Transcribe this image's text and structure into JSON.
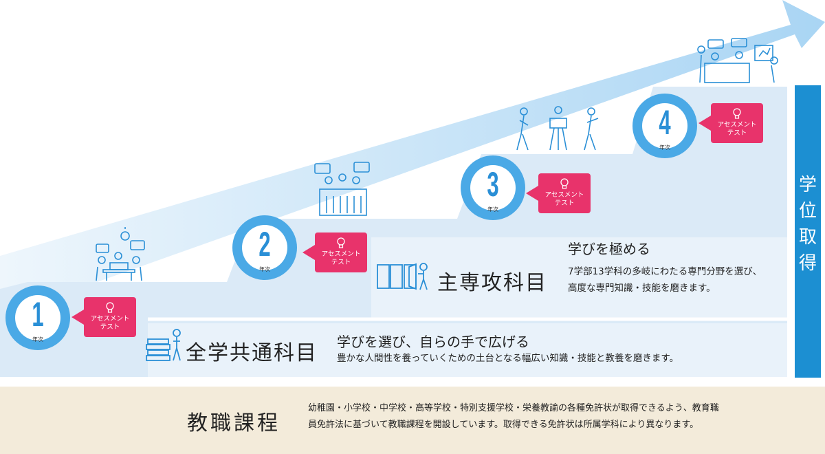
{
  "steps": [
    {
      "number": "1",
      "label": "年次",
      "badge_line1": "アセスメント",
      "badge_line2": "テスト"
    },
    {
      "number": "2",
      "label": "年次",
      "badge_line1": "アセスメント",
      "badge_line2": "テスト"
    },
    {
      "number": "3",
      "label": "年次",
      "badge_line1": "アセスメント",
      "badge_line2": "テスト"
    },
    {
      "number": "4",
      "label": "年次",
      "badge_line1": "アセスメント",
      "badge_line2": "テスト"
    }
  ],
  "general_course": {
    "title": "全学共通科目",
    "heading": "学びを選び、自らの手で広げる",
    "description": "豊かな人間性を養っていくための土台となる幅広い知識・技能と教養を磨きます。"
  },
  "major_course": {
    "title": "主専攻科目",
    "heading": "学びを極める",
    "description_line1": "7学部13学科の多岐にわたる専門分野を選び、",
    "description_line2": "高度な専門知識・技能を磨きます。"
  },
  "degree": {
    "chars": [
      "学",
      "位",
      "取",
      "得"
    ]
  },
  "teaching_course": {
    "title": "教職課程",
    "description_line1": "幼稚園・小学校・中学校・高等学校・特別支援学校・栄養教諭の各種免許状が取得できるよう、教育職",
    "description_line2": "員免許法に基づいて教職課程を開設しています。取得できる免許状は所属学科により異なります。"
  },
  "icons": {
    "general_course": "books-person-icon",
    "major_course": "doors-person-icon",
    "teaching_course": "school-certificate-icon",
    "badge": "lightbulb-icon"
  },
  "colors": {
    "accent_blue": "#2a8fd6",
    "ring_blue": "#4aa9e6",
    "band_blue": "#dbeaf7",
    "arrow_blue": "#b8dcf5",
    "degree_bar": "#1c8fd2",
    "badge_pink": "#e8336b",
    "teaching_beige": "#f3ebda"
  }
}
